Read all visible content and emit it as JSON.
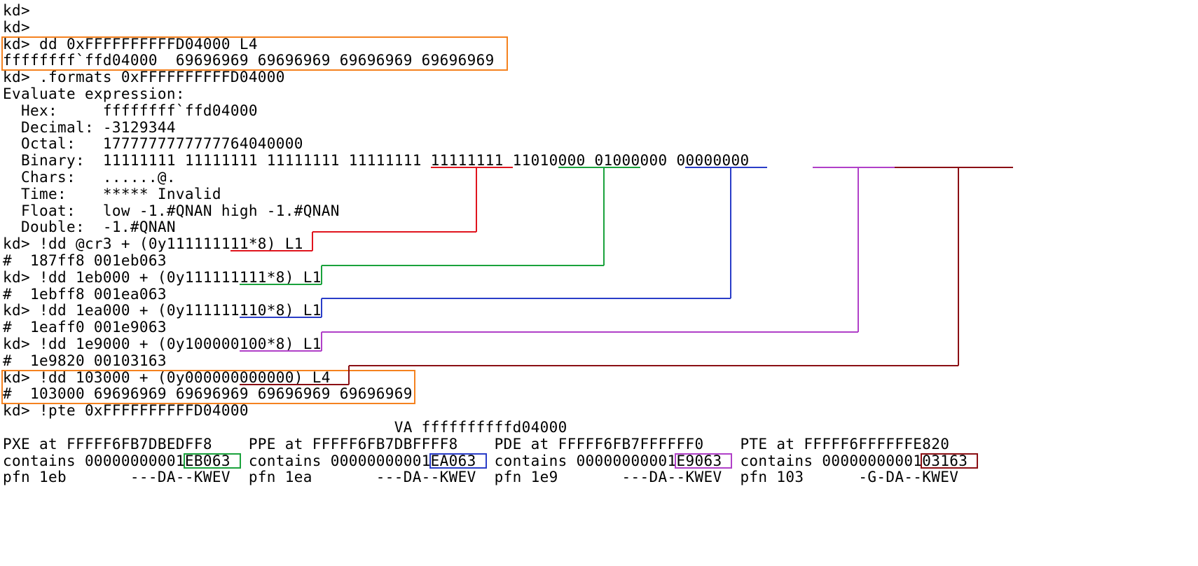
{
  "lines": [
    "kd>",
    "kd>",
    "kd> dd 0xFFFFFFFFFFD04000 L4",
    "ffffffff`ffd04000  69696969 69696969 69696969 69696969",
    "kd> .formats 0xFFFFFFFFFFD04000",
    "Evaluate expression:",
    "  Hex:     ffffffff`ffd04000",
    "  Decimal: -3129344",
    "  Octal:   1777777777777764040000",
    "  Binary:  11111111 11111111 11111111 11111111 11111111 11010000 01000000 00000000",
    "  Chars:   ......@.",
    "  Time:    ***** Invalid",
    "  Float:   low -1.#QNAN high -1.#QNAN",
    "  Double:  -1.#QNAN",
    "kd> !dd @cr3 + (0y111111111*8) L1",
    "#  187ff8 001eb063",
    "kd> !dd 1eb000 + (0y111111111*8) L1",
    "#  1ebff8 001ea063",
    "kd> !dd 1ea000 + (0y111111110*8) L1",
    "#  1eaff0 001e9063",
    "kd> !dd 1e9000 + (0y100000100*8) L1",
    "#  1e9820 00103163",
    "kd> !dd 103000 + (0y000000000000) L4",
    "#  103000 69696969 69696969 69696969 69696969",
    "kd> !pte 0xFFFFFFFFFFD04000",
    "                                           VA ffffffffffd04000",
    "PXE at FFFFF6FB7DBEDFF8    PPE at FFFFF6FB7DBFFFF8    PDE at FFFFF6FB7FFFFFF0    PTE at FFFFF6FFFFFFE820",
    "contains 00000000001EB063  contains 00000000001EA063  contains 00000000001E9063  contains 0000000000103163",
    "pfn 1eb       ---DA--KWEV  pfn 1ea       ---DA--KWEV  pfn 1e9       ---DA--KWEV  pfn 103      -G-DA--KWEV"
  ],
  "colors": {
    "text": "#000000",
    "highlight_box": "#f5821f",
    "pml4_index": "#e0141e",
    "pdpt_index": "#1aa23c",
    "pd_index": "#2a3dc8",
    "pt_index": "#b040c8",
    "page_offset": "#8b0f14"
  }
}
